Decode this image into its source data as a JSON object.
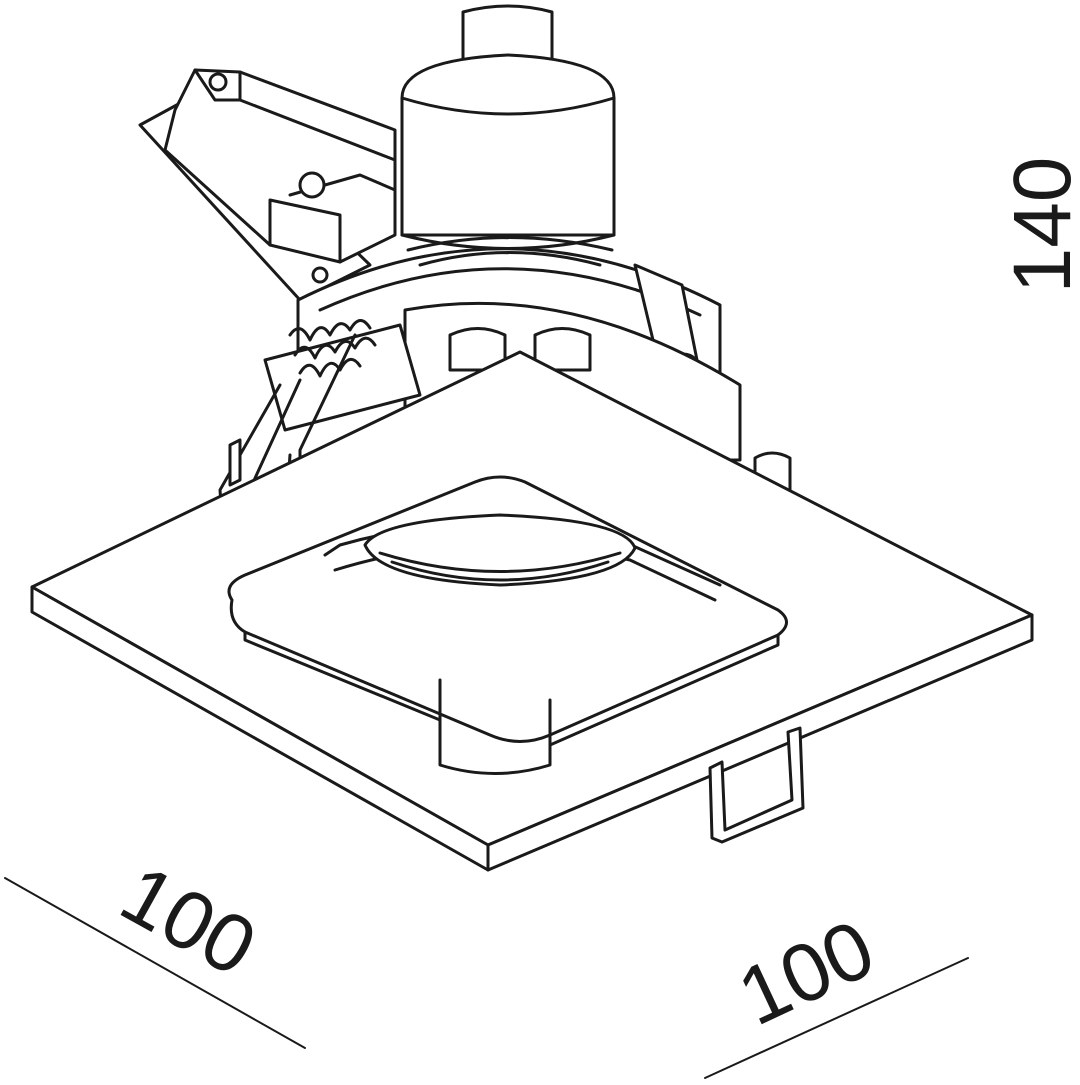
{
  "dimensions": {
    "width_left": "100",
    "width_right": "100",
    "height": "140"
  },
  "colors": {
    "line": "#1a1a1a",
    "background": "#ffffff"
  }
}
